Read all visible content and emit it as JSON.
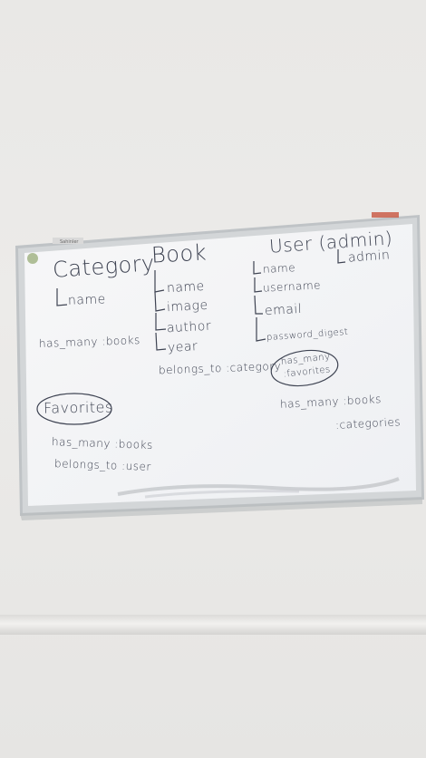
{
  "board": {
    "brand": "Sahinler",
    "headings": {
      "category": "Category",
      "book": "Book",
      "user": "User (admin)",
      "admin": "admin"
    },
    "category": {
      "field": "name",
      "relation": "has_many :books"
    },
    "book": {
      "fields": [
        "name",
        "image",
        "author",
        "year"
      ],
      "relation": "belongs_to :category"
    },
    "user": {
      "fields": [
        "name",
        "username",
        "email",
        "password_digest"
      ],
      "relation_1": "has_many :favorites",
      "relation_2a": "has_many :books",
      "relation_2b": ":categories"
    },
    "favorites": {
      "title": "Favorites",
      "relation_1": "has_many :books",
      "relation_2": "belongs_to :user"
    }
  }
}
